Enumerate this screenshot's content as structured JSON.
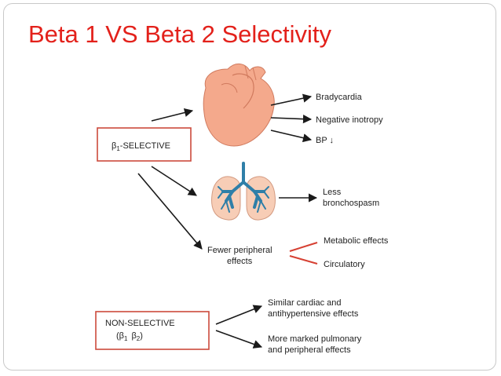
{
  "slide": {
    "title": "Beta 1 VS Beta 2 Selectivity"
  },
  "diagram": {
    "b1_box": {
      "beta": "β",
      "sub": "1",
      "rest": "-SELECTIVE"
    },
    "heart_effects": [
      "Bradycardia",
      "Negative inotropy",
      "BP ↓"
    ],
    "lung_effect": {
      "line1": "Less",
      "line2": "bronchospasm"
    },
    "peripheral": {
      "line1": "Fewer peripheral",
      "line2": "effects"
    },
    "peripheral_effects": [
      "Metabolic effects",
      "Circulatory"
    ],
    "nonsel_box": {
      "line1": "NON-SELECTIVE",
      "beta1": "β",
      "sub1": "1",
      "beta2": "β",
      "sub2": "2"
    },
    "nonsel_effects": [
      {
        "line1": "Similar cardiac and",
        "line2": "antihypertensive effects"
      },
      {
        "line1": "More marked pulmonary",
        "line2": "and peripheral effects"
      }
    ],
    "colors": {
      "title": "#e3211b",
      "box_border": "#cc4a3c",
      "heart_fill": "#f4a98c",
      "lung_fill": "#f7cdb6",
      "bronchi": "#2f7fa8",
      "red_lines": "#d64032"
    }
  }
}
